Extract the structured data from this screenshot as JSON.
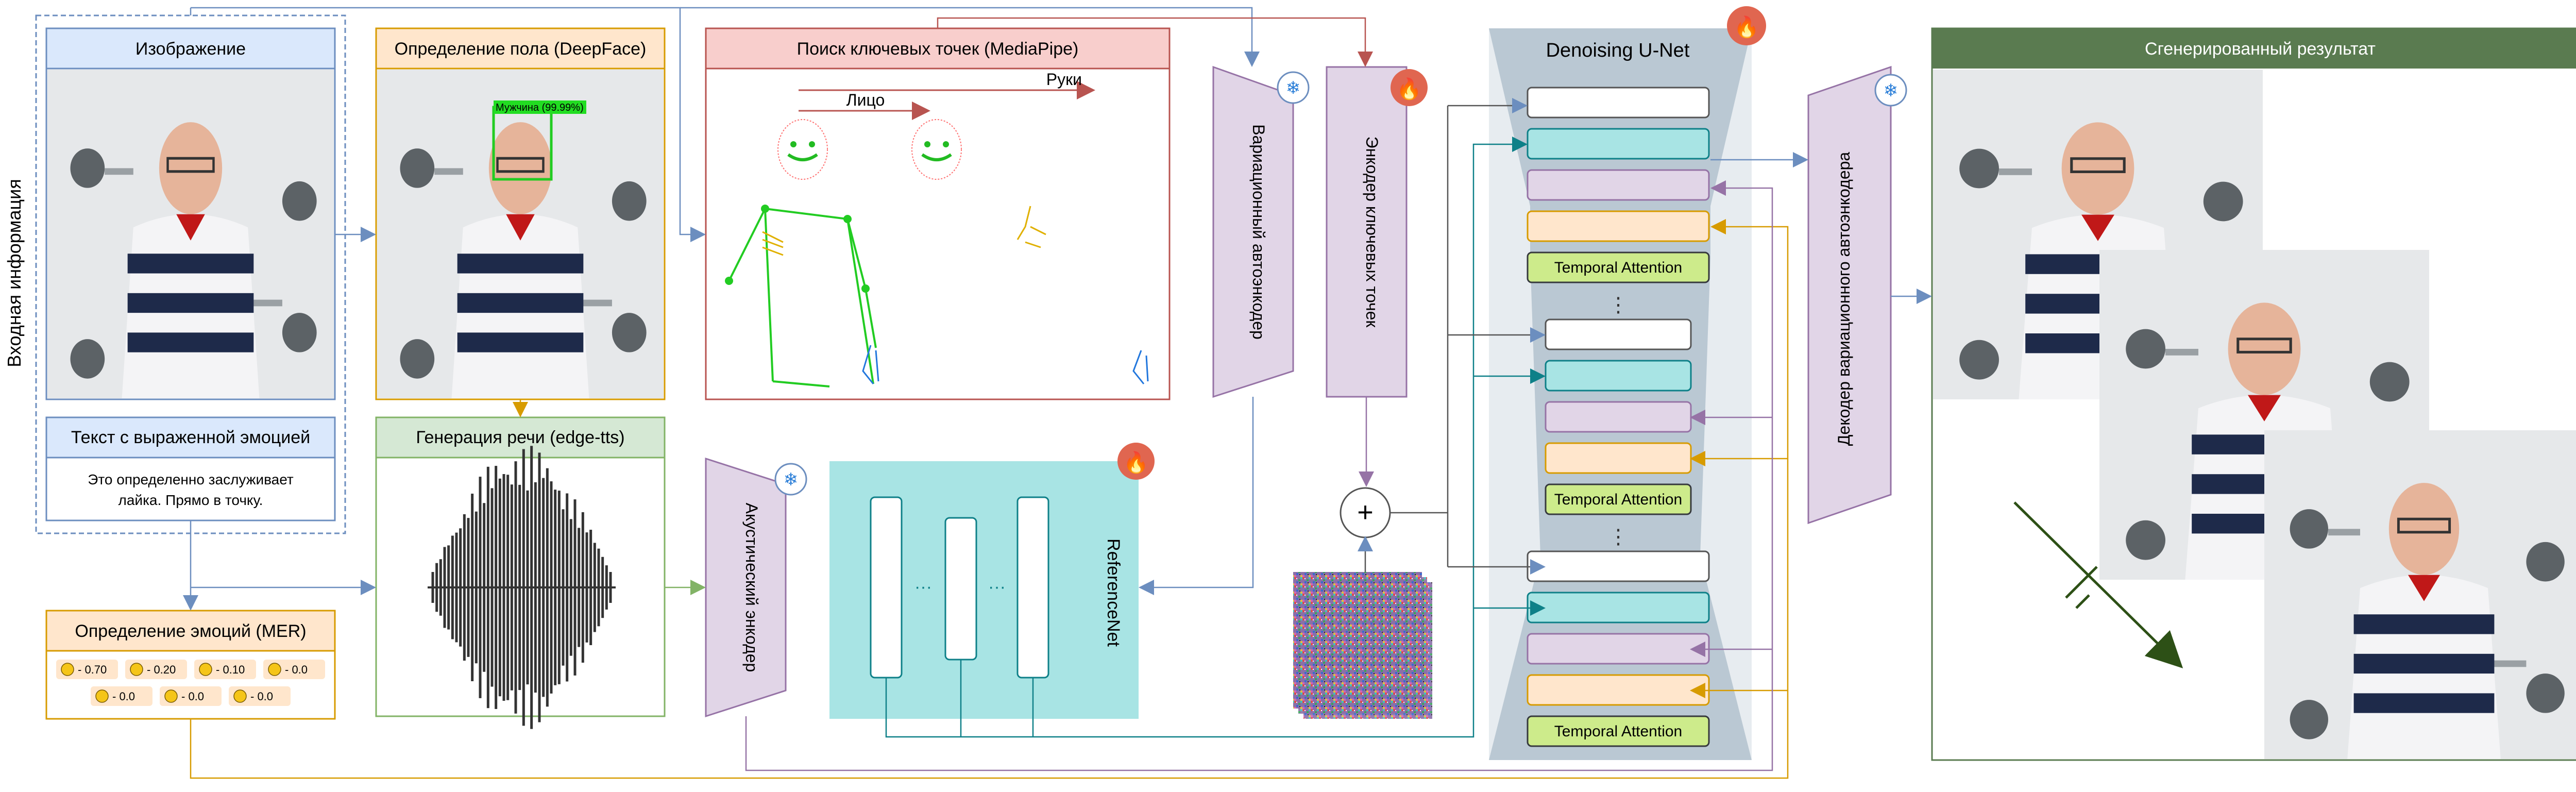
{
  "side_label": "Входная информация",
  "input": {
    "image_title": "Изображение",
    "text_title": "Текст с выраженной эмоцией",
    "text_line1": "Это определенно заслуживает",
    "text_line2": "лайка. Прямо в точку."
  },
  "gender": {
    "title": "Определение пола (DeepFace)",
    "detection_label": "Мужчина (99.99%)"
  },
  "speech": {
    "title": "Генерация речи (edge-tts)"
  },
  "emotion": {
    "title": "Определение эмоций (MER)",
    "scores": [
      "- 0.70",
      "- 0.20",
      "- 0.10",
      "- 0.0",
      "- 0.0",
      "- 0.0",
      "- 0.0"
    ]
  },
  "keypoints": {
    "title": "Поиск ключевых точек (MediaPipe)",
    "hands_label": "Руки",
    "face_label": "Лицо"
  },
  "vae_encoder": {
    "label": "Вариационный автоэнкодер"
  },
  "keypoint_encoder": {
    "label": "Энкодер ключевых точек"
  },
  "acoustic_encoder": {
    "label": "Акустический энкодер"
  },
  "referencenet": {
    "label": "ReferenceNet"
  },
  "unet": {
    "title": "Denoising U-Net",
    "temporal_attention": "Temporal Attention"
  },
  "vae_decoder": {
    "label": "Декодер вариационного автоэнкодера"
  },
  "output": {
    "title": "Сгенерированный результат"
  },
  "colors": {
    "blue_fill": "#dae8fc",
    "blue_stroke": "#6c8ebf",
    "orange_fill": "#ffe6cc",
    "orange_stroke": "#d79b00",
    "green_fill": "#d5e8d4",
    "green_stroke": "#82b366",
    "red_fill": "#f8cecc",
    "red_stroke": "#b85450",
    "purple_fill": "#e1d5e7",
    "purple_stroke": "#9673a6",
    "teal": "#a8e4e4",
    "unet_bg": "#bac8d3",
    "output_header": "#5a7b50",
    "attention": "#cdeb8b"
  }
}
